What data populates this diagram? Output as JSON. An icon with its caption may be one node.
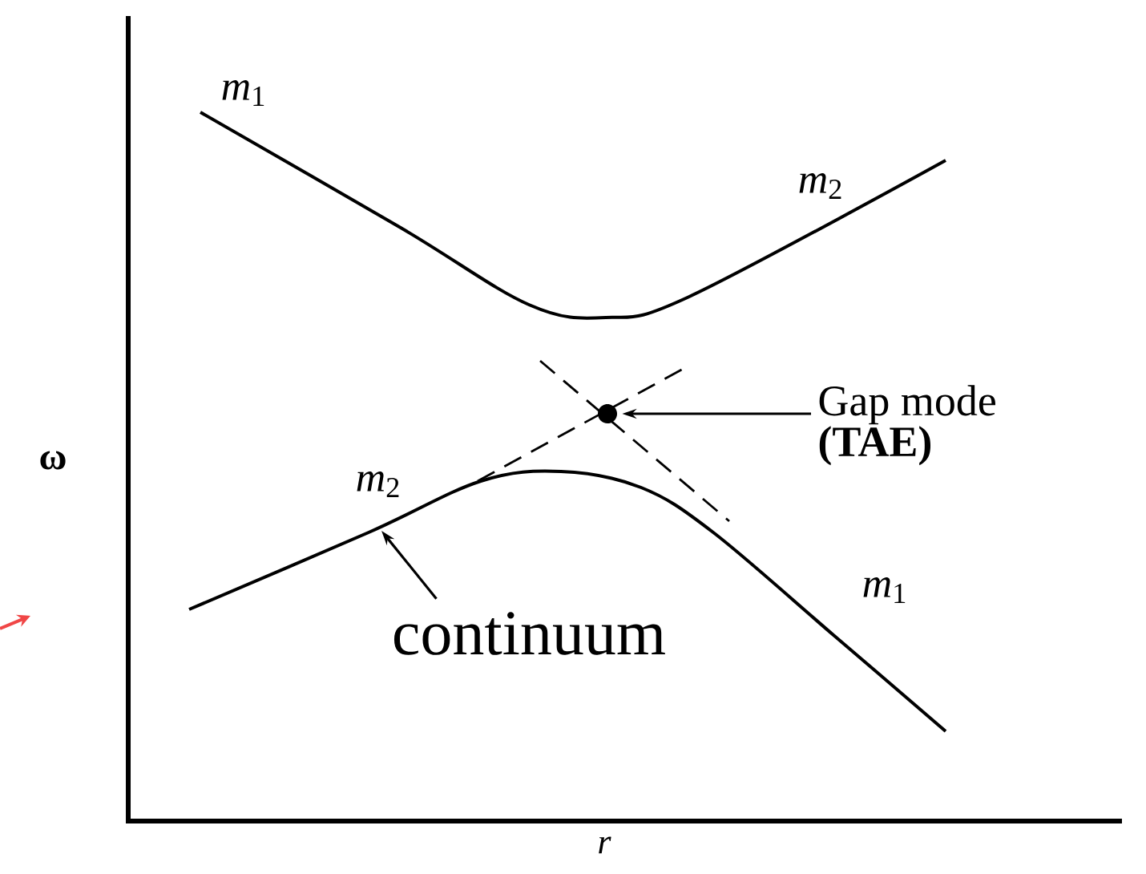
{
  "diagram": {
    "nodes": [
      {
        "text": [],
        "shape": "circle"
      },
      {
        "text": [
          "Gap mode",
          "(TAE)"
        ]
      },
      {
        "text": [
          "continuum"
        ]
      }
    ],
    "edges": [
      {
        "from": 1,
        "to": 0,
        "arrow": "to"
      },
      {
        "from": 2,
        "to": null,
        "arrow": "to"
      }
    ],
    "labels": [
      "*m*$_{1}$",
      "*m*$_{2}$",
      "ω",
      "*m*$_{2}$",
      "*m*$_{1}$",
      "*r*"
    ]
  }
}
